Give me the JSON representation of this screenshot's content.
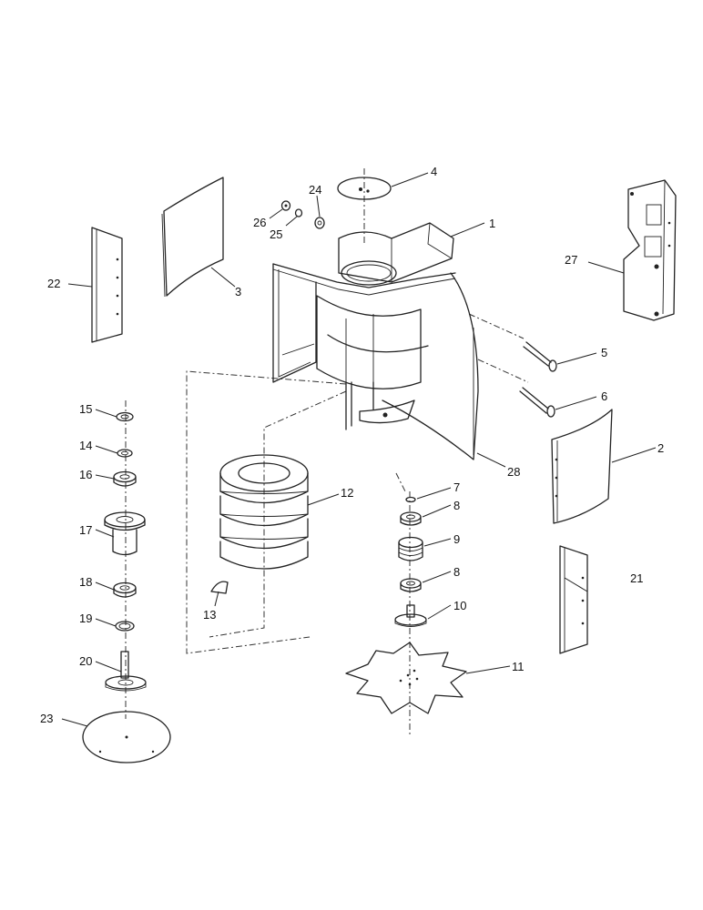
{
  "callouts": [
    {
      "id": "c1",
      "label": "1"
    },
    {
      "id": "c2",
      "label": "2"
    },
    {
      "id": "c3",
      "label": "3"
    },
    {
      "id": "c4",
      "label": "4"
    },
    {
      "id": "c5",
      "label": "5"
    },
    {
      "id": "c6",
      "label": "6"
    },
    {
      "id": "c7",
      "label": "7"
    },
    {
      "id": "c8a",
      "label": "8"
    },
    {
      "id": "c8b",
      "label": "8"
    },
    {
      "id": "c9",
      "label": "9"
    },
    {
      "id": "c10",
      "label": "10"
    },
    {
      "id": "c11",
      "label": "11"
    },
    {
      "id": "c12",
      "label": "12"
    },
    {
      "id": "c13",
      "label": "13"
    },
    {
      "id": "c14",
      "label": "14"
    },
    {
      "id": "c15",
      "label": "15"
    },
    {
      "id": "c16",
      "label": "16"
    },
    {
      "id": "c17",
      "label": "17"
    },
    {
      "id": "c18",
      "label": "18"
    },
    {
      "id": "c19",
      "label": "19"
    },
    {
      "id": "c20",
      "label": "20"
    },
    {
      "id": "c21",
      "label": "21"
    },
    {
      "id": "c22",
      "label": "22"
    },
    {
      "id": "c23",
      "label": "23"
    },
    {
      "id": "c24",
      "label": "24"
    },
    {
      "id": "c25",
      "label": "25"
    },
    {
      "id": "c26",
      "label": "26"
    },
    {
      "id": "c27",
      "label": "27"
    },
    {
      "id": "c28",
      "label": "28"
    }
  ]
}
